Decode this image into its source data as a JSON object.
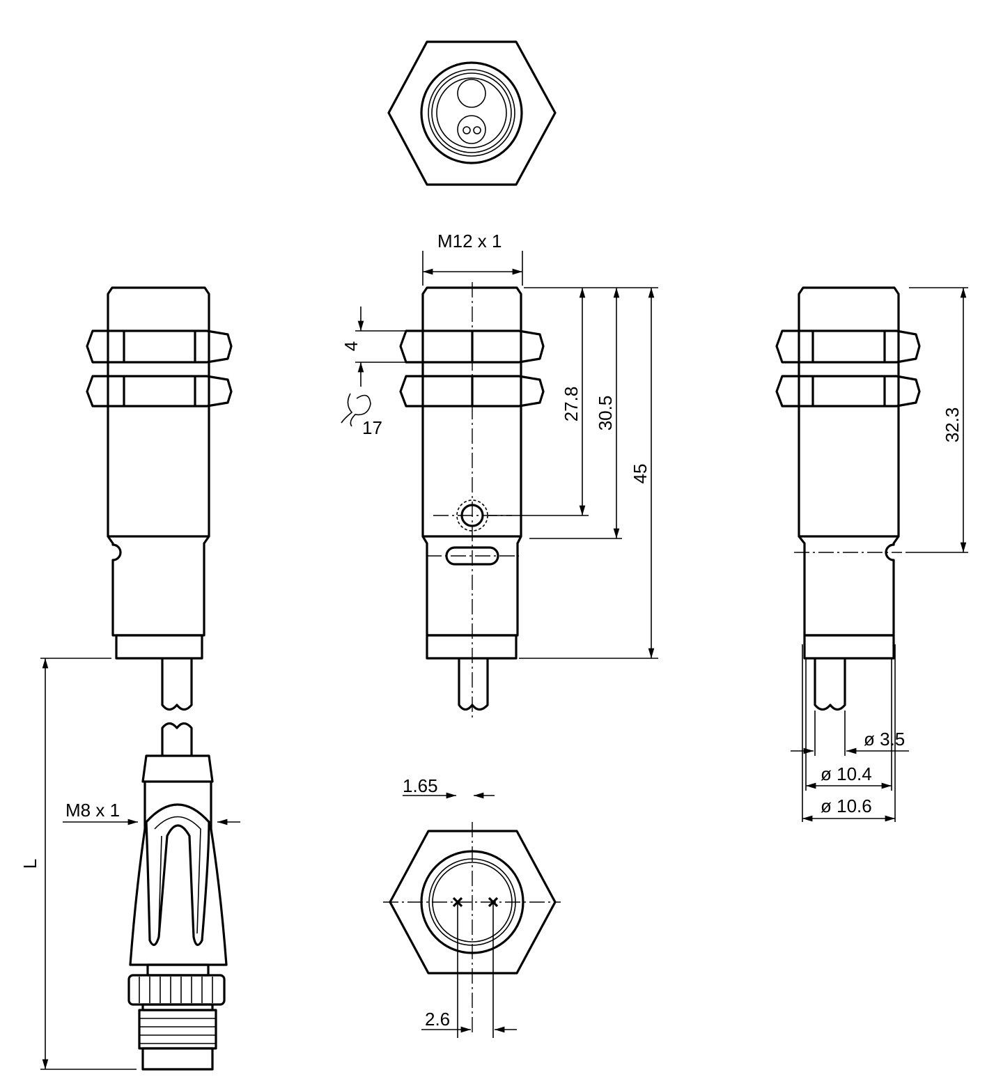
{
  "title": "Dimensional drawing",
  "dimensions": {
    "thread": "M12 x 1",
    "nut_thickness": "4",
    "wrench_size": "17",
    "led_distance": "27.8",
    "body_length": "30.5",
    "total_length": "45",
    "notch_distance": "32.3",
    "cable_dia": "ø 3.5",
    "cap_dia_1": "ø 10.4",
    "cap_dia_2": "ø 10.6",
    "cable_length": "L",
    "connector_thread": "M8 x 1",
    "lens_offset_1": "1.65",
    "lens_offset_2": "2.6"
  },
  "colors": {
    "line": "#000000",
    "background": "#ffffff"
  }
}
